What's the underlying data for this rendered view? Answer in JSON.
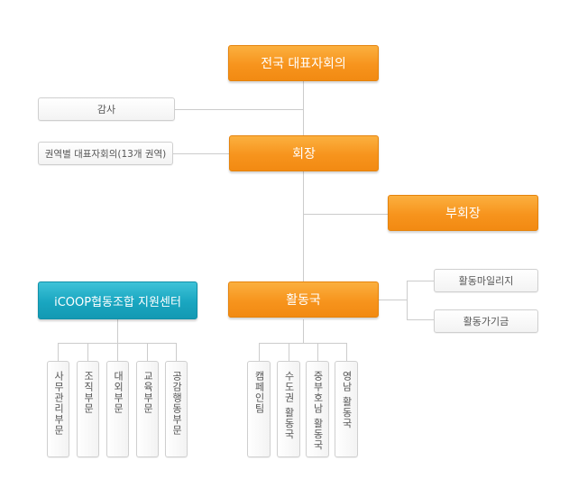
{
  "top": {
    "title": "전국 대표자회의"
  },
  "audit": {
    "label": "감사"
  },
  "regional": {
    "label": "권역별 대표자회의(13개 권역)"
  },
  "chair": {
    "label": "회장"
  },
  "vice_chair": {
    "label": "부회장"
  },
  "activity": {
    "label": "활동국"
  },
  "support_center": {
    "label": "iCOOP협동조합 지원센터"
  },
  "activity_side": [
    {
      "label": "활동마일리지"
    },
    {
      "label": "활동가기금"
    }
  ],
  "support_departments": [
    {
      "label": "사무관리부문"
    },
    {
      "label": "조직부문"
    },
    {
      "label": "대외부문"
    },
    {
      "label": "교육부문"
    },
    {
      "label": "공감행동부문"
    }
  ],
  "activity_departments": [
    {
      "label": "캠페인팀"
    },
    {
      "label": "수도권 활동국"
    },
    {
      "label": "중부호남 활동국"
    },
    {
      "label": "영남 활동국"
    }
  ],
  "colors": {
    "primary_box": "#f7941d",
    "support_box": "#19a6c0",
    "sub_box_border": "#cfcfcf",
    "connector": "#cccccc"
  }
}
